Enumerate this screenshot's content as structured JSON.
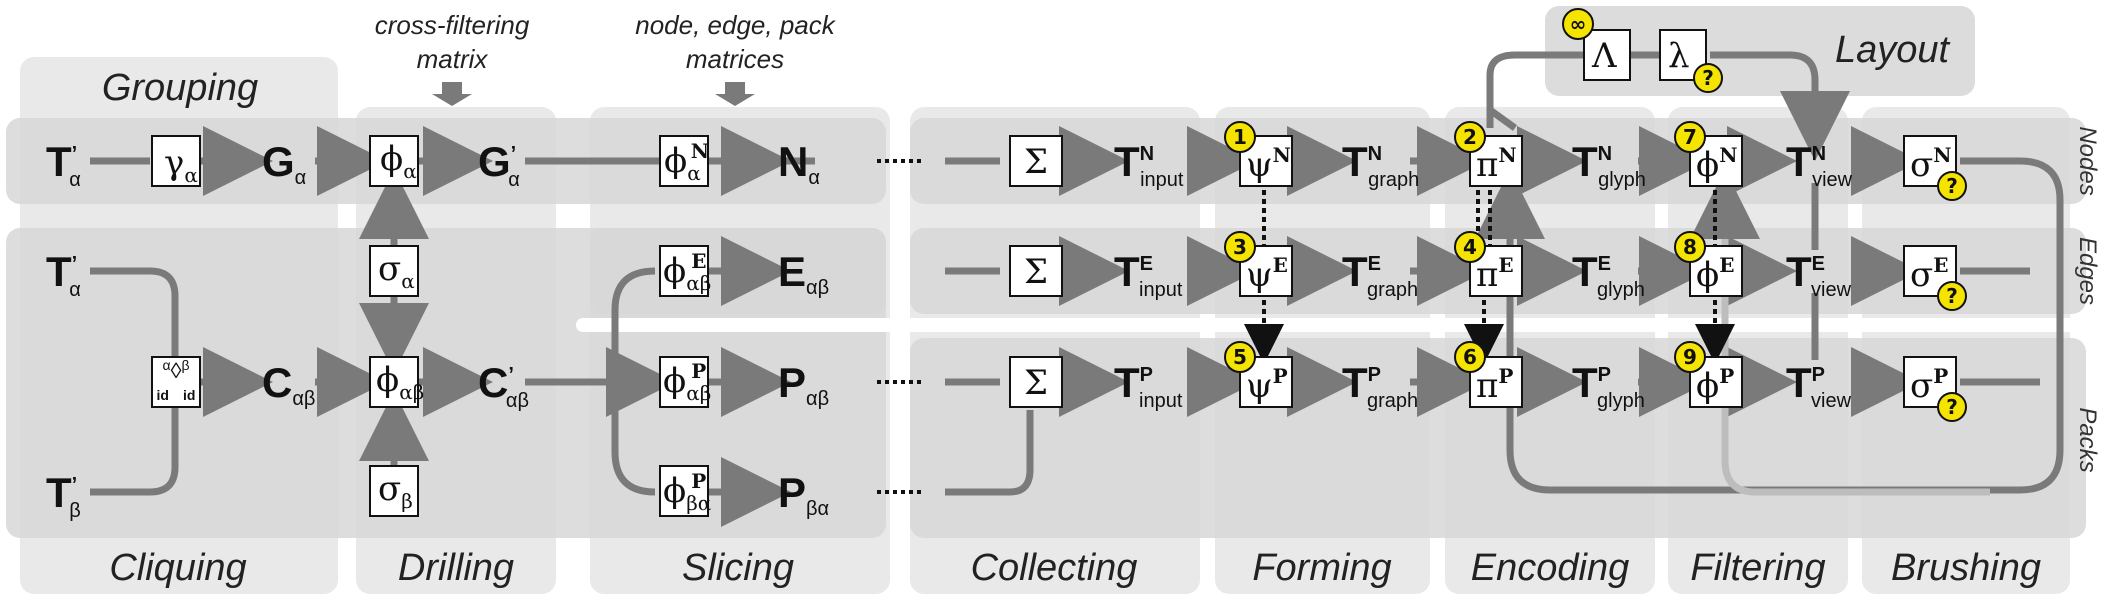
{
  "stages": {
    "grouping": "Grouping",
    "cliquing": "Cliquing",
    "drilling": "Drilling",
    "slicing": "Slicing",
    "collecting": "Collecting",
    "forming": "Forming",
    "encoding": "Encoding",
    "filtering": "Filtering",
    "brushing": "Brushing",
    "layout": "Layout"
  },
  "rows": {
    "nodes": "Nodes",
    "edges": "Edges",
    "packs": "Packs"
  },
  "annotations": {
    "cross_filtering_1": "cross-filtering",
    "cross_filtering_2": "matrix",
    "matrices_1": "node, edge, pack",
    "matrices_2": "matrices"
  },
  "symbols": {
    "t": "T",
    "prime": "’",
    "g": "G",
    "c": "C",
    "n": "N",
    "e": "E",
    "p": "P",
    "alpha": "α",
    "beta": "β",
    "ab": "αβ",
    "ba": "βα",
    "gamma": "γ",
    "phi": "ϕ",
    "sigma": "σ",
    "Sigma": "Σ",
    "psi": "ψ",
    "pi": "π",
    "Lambda": "Λ",
    "lambda": "λ",
    "id": "id",
    "diamond": "◊",
    "sup_n": "N",
    "sup_e": "E",
    "sup_p": "P",
    "sub_input": "input",
    "sub_graph": "graph",
    "sub_glyph": "glyph",
    "sub_view": "view",
    "ellipsis": "⋯"
  },
  "badges": [
    "1",
    "2",
    "3",
    "4",
    "5",
    "6",
    "7",
    "8",
    "9"
  ],
  "badge_infinity": "∞",
  "badge_question": "?",
  "colors": {
    "panel": "#dcdcdc",
    "panel_light": "#e8e8e8",
    "stroke": "#7a7a7a",
    "badge": "#f5e400",
    "box": "#ffffff"
  }
}
